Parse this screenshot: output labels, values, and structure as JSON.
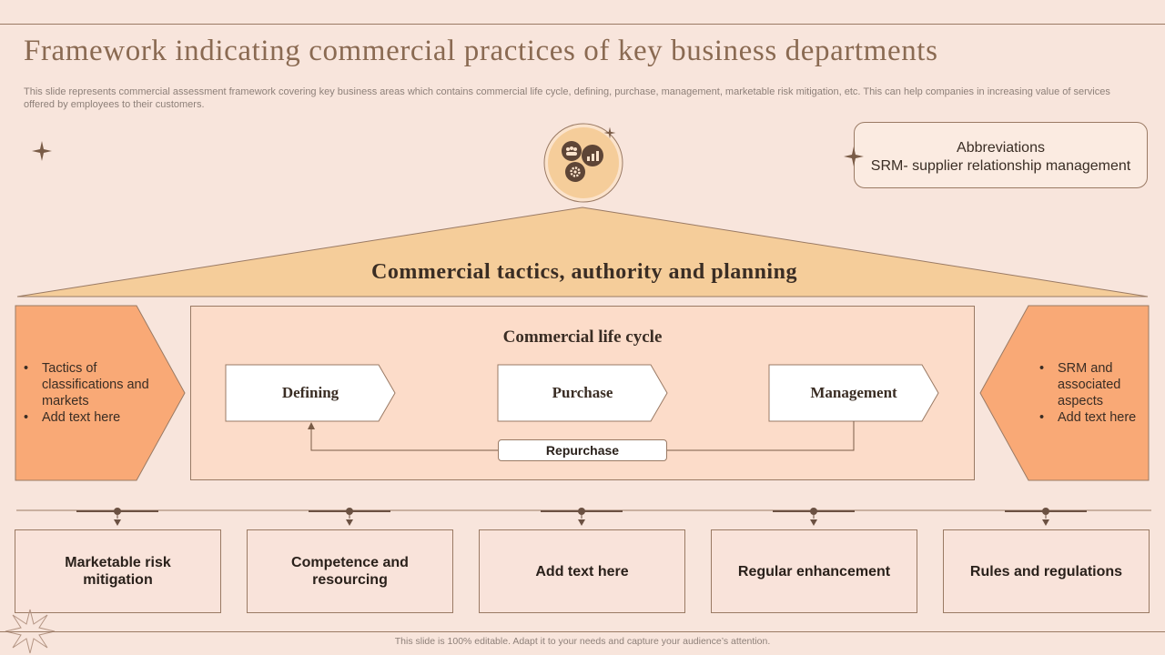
{
  "header": {
    "title": "Framework indicating commercial practices of key business departments",
    "subtitle": "This slide represents commercial assessment framework covering key business areas which contains commercial life cycle, defining, purchase, management, marketable risk mitigation, etc. This can help companies in increasing value of services offered by employees to their customers."
  },
  "abbreviations": {
    "heading": "Abbreviations",
    "text": "SRM- supplier relationship management"
  },
  "roof": {
    "title": "Commercial tactics, authority and planning"
  },
  "left_panel": {
    "items": [
      "Tactics of classifications and markets",
      "Add text here"
    ]
  },
  "right_panel": {
    "items": [
      "SRM and associated aspects",
      "Add text here"
    ]
  },
  "lifecycle": {
    "title": "Commercial life cycle",
    "steps": [
      "Defining",
      "Purchase",
      "Management"
    ],
    "loop_label": "Repurchase"
  },
  "pillars": [
    "Marketable risk mitigation",
    "Competence and resourcing",
    "Add text here",
    "Regular enhancement",
    "Rules and regulations"
  ],
  "footer": {
    "note": "This slide is 100% editable. Adapt it to your needs and capture your audience’s attention."
  },
  "colors": {
    "background": "#f8e5dc",
    "roof": "#f5cd9a",
    "side_panels": "#f9a976",
    "center_panel": "#fcdcc9",
    "accent_brown": "#6b5142",
    "title_brown": "#8a6a52"
  }
}
